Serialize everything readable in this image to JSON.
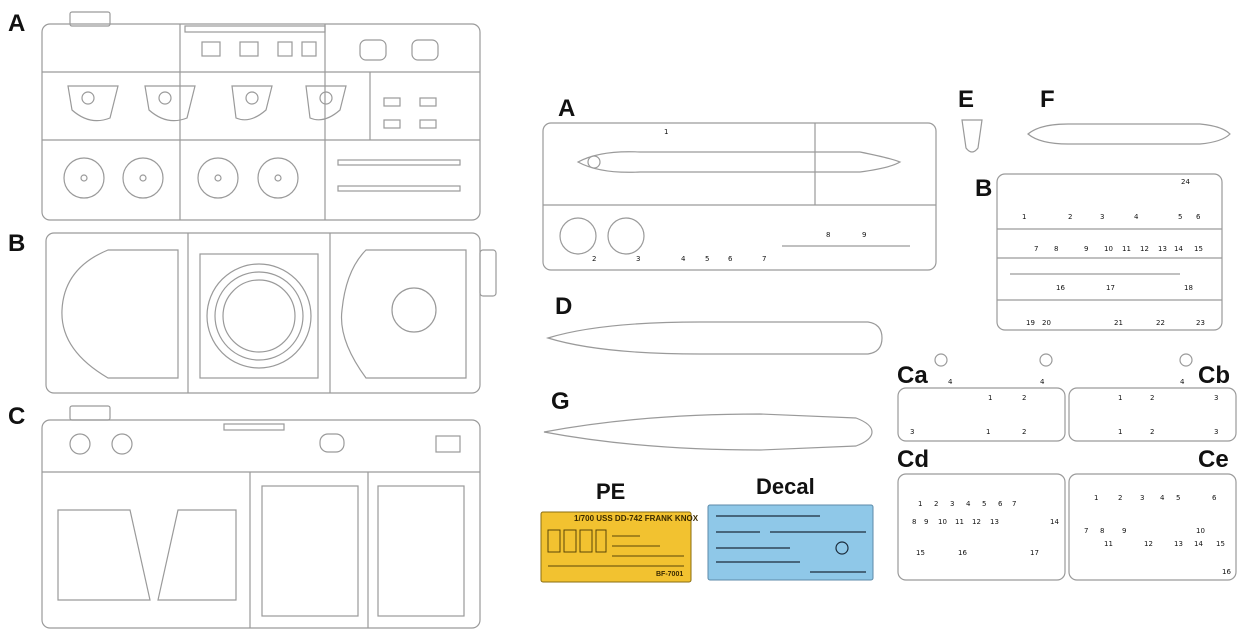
{
  "left_sprues": {
    "a": {
      "label": "A"
    },
    "b": {
      "label": "B"
    },
    "c": {
      "label": "C"
    }
  },
  "right_sprues": {
    "a": {
      "label": "A",
      "part_numbers": [
        "1",
        "2",
        "3",
        "4",
        "5",
        "6",
        "7",
        "8",
        "9"
      ]
    },
    "e": {
      "label": "E"
    },
    "f": {
      "label": "F"
    },
    "b": {
      "label": "B",
      "part_numbers": [
        "24",
        "1",
        "2",
        "3",
        "4",
        "5",
        "6",
        "7",
        "8",
        "9",
        "10",
        "11",
        "12",
        "13",
        "14",
        "15",
        "16",
        "17",
        "18",
        "19",
        "20",
        "21",
        "22",
        "23"
      ]
    },
    "d": {
      "label": "D"
    },
    "g": {
      "label": "G"
    },
    "ca": {
      "label": "Ca",
      "part_numbers": [
        "4",
        "4",
        "1",
        "2",
        "3",
        "1",
        "2"
      ]
    },
    "cb": {
      "label": "Cb",
      "part_numbers": [
        "4",
        "1",
        "2",
        "3",
        "3",
        "1",
        "2"
      ]
    },
    "cd": {
      "label": "Cd",
      "part_numbers": [
        "1",
        "2",
        "3",
        "4",
        "5",
        "6",
        "7",
        "8",
        "9",
        "10",
        "11",
        "12",
        "13",
        "14",
        "15",
        "16",
        "17"
      ]
    },
    "ce": {
      "label": "Ce",
      "part_numbers": [
        "1",
        "2",
        "3",
        "4",
        "5",
        "6",
        "7",
        "8",
        "9",
        "10",
        "11",
        "12",
        "13",
        "14",
        "15",
        "16"
      ]
    }
  },
  "pe": {
    "label": "PE",
    "sheet_title": "1/700 USS DD-742 FRANK KNOX",
    "sheet_code": "BF-7001",
    "color": "#F2C230"
  },
  "decal": {
    "label": "Decal",
    "color": "#8FC8E8"
  }
}
